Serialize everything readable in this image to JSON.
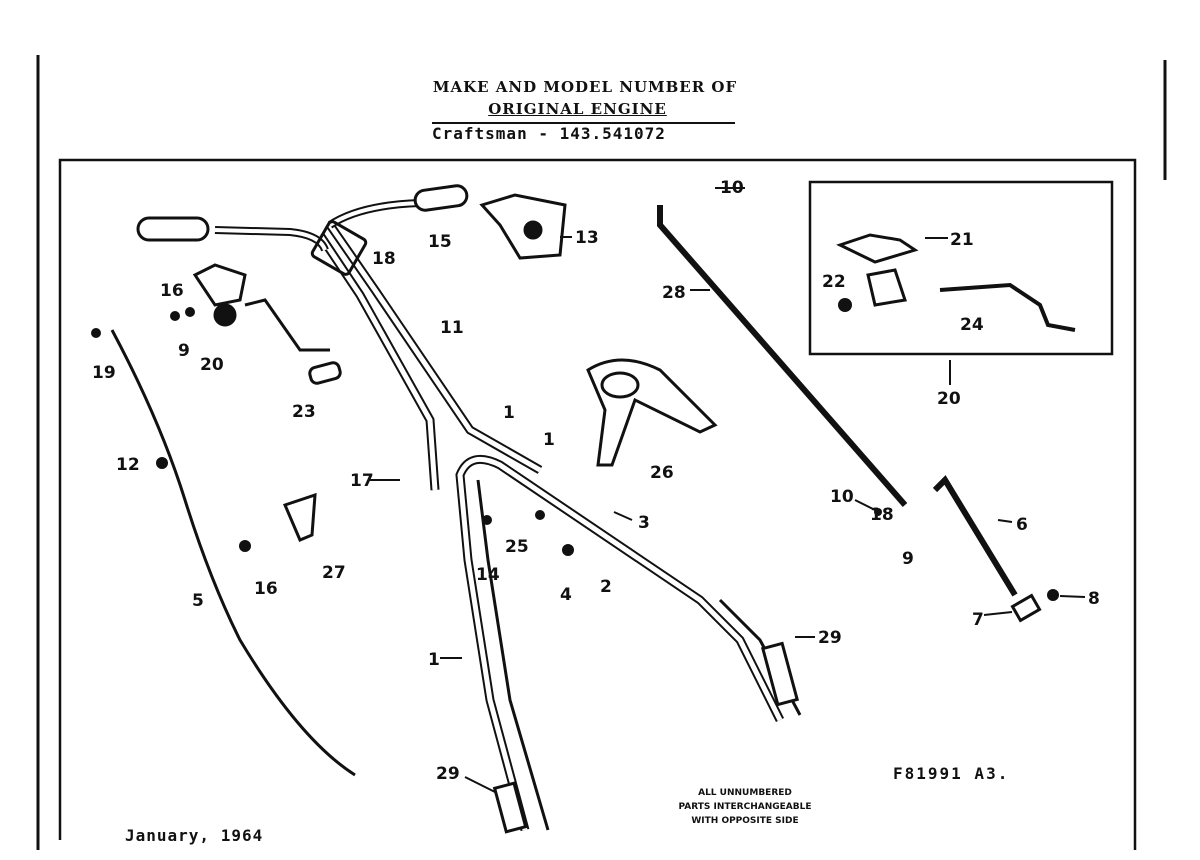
{
  "header": {
    "line1": "MAKE AND MODEL NUMBER OF",
    "line2": "ORIGINAL ENGINE",
    "line3": "Craftsman - 143.541072"
  },
  "footer": {
    "date": "January, 1964",
    "drawing_code": "F81991 A3.",
    "note_lines": [
      "ALL UNNUMBERED",
      "PARTS INTERCHANGEABLE",
      "WITH OPPOSITE SIDE"
    ]
  },
  "callouts": {
    "c1": "1",
    "c1b": "1",
    "c1c": "1",
    "c2": "2",
    "c3": "3",
    "c4": "4",
    "c5": "5",
    "c6": "6",
    "c7": "7",
    "c8": "8",
    "c9a": "9",
    "c9b": "9",
    "c10a": "10",
    "c10b": "10",
    "c11": "11",
    "c12": "12",
    "c13": "13",
    "c14": "14",
    "c15": "15",
    "c16a": "16",
    "c16b": "16",
    "c17": "17",
    "c18a": "18",
    "c18b": "18",
    "c19": "19",
    "c20a": "20",
    "c20b": "20",
    "c21": "21",
    "c22": "22",
    "c23": "23",
    "c24": "24",
    "c25": "25",
    "c26": "26",
    "c27": "27",
    "c28": "28",
    "c29a": "29",
    "c29b": "29"
  }
}
